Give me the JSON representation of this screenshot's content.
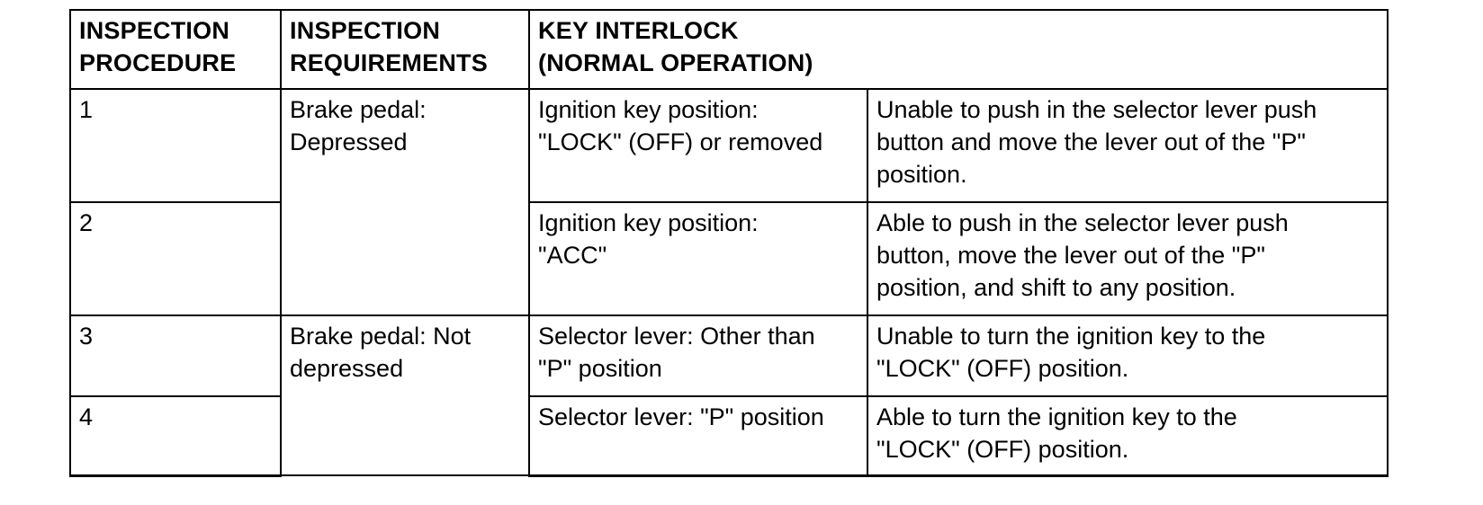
{
  "headers": {
    "procedure": [
      "INSPECTION",
      "PROCEDURE"
    ],
    "requirements": [
      "INSPECTION",
      "REQUIREMENTS"
    ],
    "key_interlock": [
      "KEY INTERLOCK",
      "(NORMAL OPERATION)"
    ]
  },
  "rows": [
    {
      "procedure": "1",
      "requirement": [
        "Brake pedal:",
        "Depressed"
      ],
      "condition": [
        "Ignition key position:",
        "\"LOCK\" (OFF) or removed"
      ],
      "result": [
        "Unable to push in the selector lever push",
        "button and move the lever out of the \"P\"",
        "position."
      ]
    },
    {
      "procedure": "2",
      "condition": [
        "Ignition key position:",
        "\"ACC\""
      ],
      "result": [
        "Able to push in the selector lever push",
        "button, move the lever out of the \"P\"",
        "position, and shift to any position."
      ]
    },
    {
      "procedure": "3",
      "requirement": [
        "Brake pedal: Not",
        "depressed"
      ],
      "condition": [
        "Selector lever: Other than",
        "\"P\" position"
      ],
      "result": [
        "Unable to turn the ignition key to the",
        "\"LOCK\" (OFF) position."
      ]
    },
    {
      "procedure": "4",
      "condition": [
        "Selector lever: \"P\" position"
      ],
      "result": [
        "Able to turn the ignition key to the",
        "\"LOCK\" (OFF) position."
      ]
    }
  ]
}
